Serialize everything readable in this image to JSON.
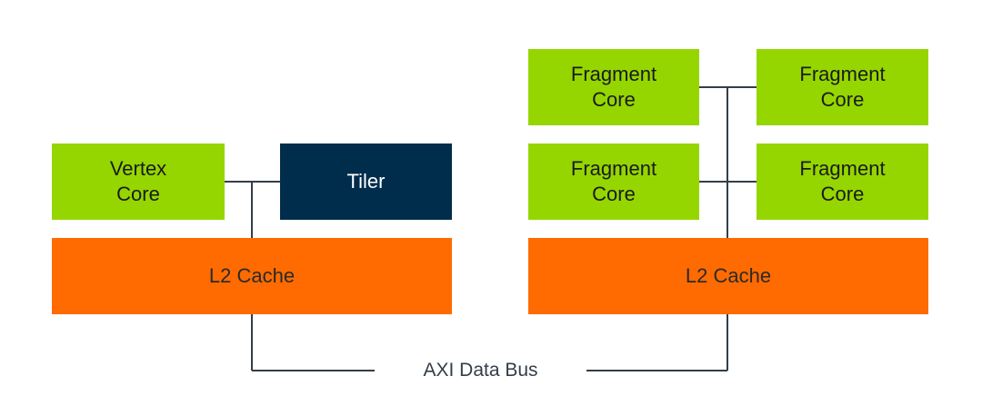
{
  "left_gpu": {
    "vertex_core": "Vertex Core",
    "tiler": "Tiler",
    "l2_cache": "L2 Cache"
  },
  "right_gpu": {
    "fragment_cores": [
      "Fragment Core",
      "Fragment Core",
      "Fragment Core",
      "Fragment Core"
    ],
    "l2_cache": "L2 Cache"
  },
  "bus": {
    "label": "AXI Data Bus"
  },
  "colors": {
    "core": "#95d600",
    "tiler": "#002d4c",
    "cache": "#ff6b00",
    "line": "#333e48"
  }
}
